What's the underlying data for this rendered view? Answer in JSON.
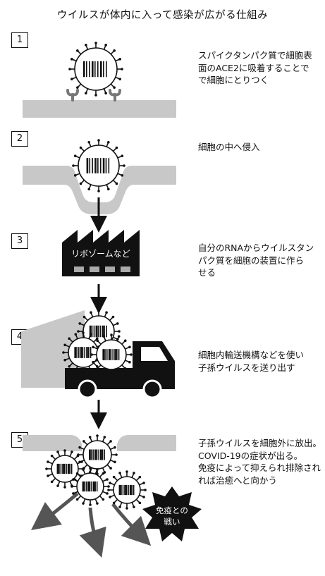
{
  "title": "ウイルスが体内に入って感染が広がる仕組み",
  "colors": {
    "membrane": "#c8c8c8",
    "black": "#111111",
    "white": "#ffffff"
  },
  "steps": [
    {
      "number": "1",
      "lines": [
        "スパイクタンパク質で細胞表",
        "面のACE2に吸着することで",
        "で細胞にとりつく"
      ]
    },
    {
      "number": "2",
      "lines": [
        "細胞の中へ侵入"
      ]
    },
    {
      "number": "3",
      "lines": [
        "自分のRNAからウイルスタン",
        "パク質を細胞の装置に作ら",
        "せる"
      ]
    },
    {
      "number": "4",
      "lines": [
        "細胞内輸送機構などを使い",
        "子孫ウイルスを送り出す"
      ]
    },
    {
      "number": "5",
      "lines": [
        "子孫ウイルスを細胞外に放出。",
        "COVID-19の症状が出る。",
        "免疫によって抑えられ排除され",
        "れば治癒へと向かう"
      ]
    }
  ],
  "factory_label": "リボゾームなど",
  "burst_label": [
    "免疫との",
    "戦い"
  ]
}
